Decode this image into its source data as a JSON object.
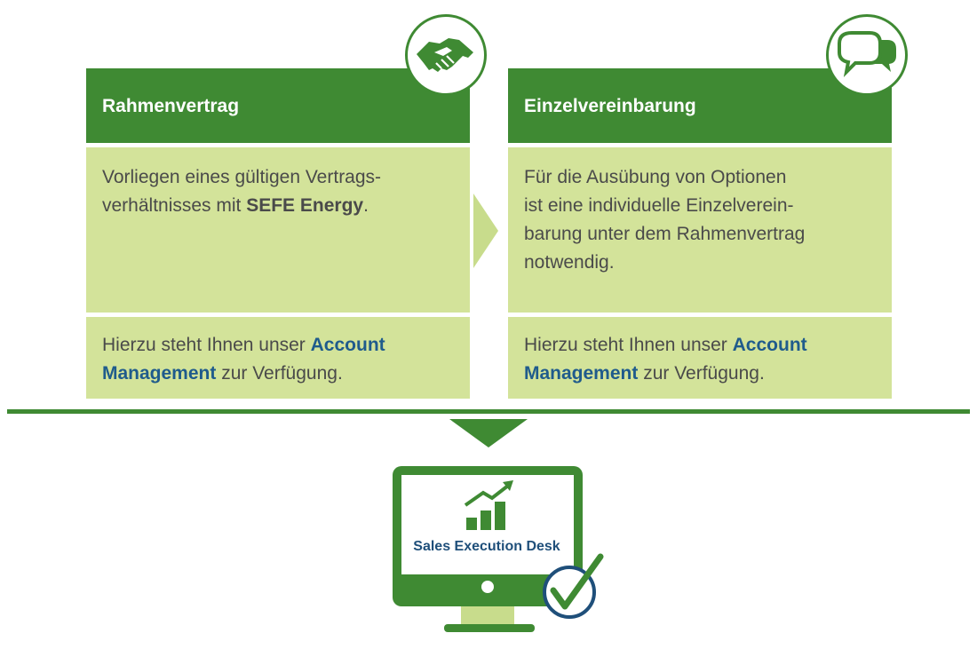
{
  "left_card": {
    "title": "Rahmenvertrag",
    "body_line1": "Vorliegen eines gültigen Vertrags-",
    "body_line2_pre": "verhältnisses mit ",
    "body_line2_strong": "SEFE Energy",
    "body_line2_post": ".",
    "foot_pre": "Hierzu steht Ihnen unser ",
    "foot_strong1": "Account",
    "foot_strong2": "Management",
    "foot_post": " zur Verfügung.",
    "icon": "handshake-icon"
  },
  "right_card": {
    "title": "Einzelvereinbarung",
    "body_lines": [
      "Für die Ausübung von Optionen",
      "ist eine individuelle Einzelverein-",
      "barung unter dem Rahmenvertrag",
      "notwendig."
    ],
    "foot_pre": "Hierzu steht Ihnen unser ",
    "foot_strong1": "Account",
    "foot_strong2": "Management",
    "foot_post": " zur Verfügung.",
    "icon": "speech-bubbles-icon"
  },
  "monitor": {
    "label": "Sales Execution Desk",
    "icons": [
      "monitor-icon",
      "growth-chart-icon",
      "checkmark-icon"
    ]
  },
  "colors": {
    "green_dark": "#3f8a33",
    "green_light": "#d3e39a",
    "green_mid": "#c8dc8c",
    "blue": "#1f5b8c",
    "text": "#4a4a4a"
  }
}
